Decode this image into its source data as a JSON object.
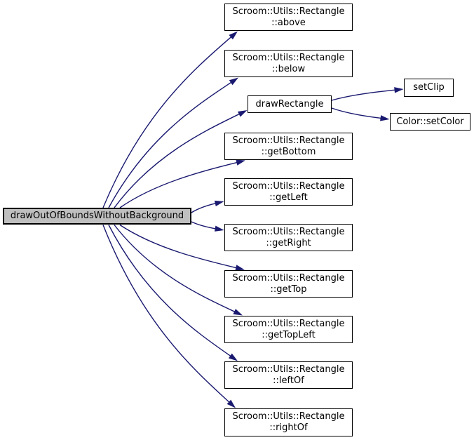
{
  "graph": {
    "type": "call-graph",
    "nodes": {
      "root": {
        "label": "drawOutOfBoundsWithoutBackground"
      },
      "above": {
        "label": "Scroom::Utils::Rectangle\n::above"
      },
      "below": {
        "label": "Scroom::Utils::Rectangle\n::below"
      },
      "drawRectangle": {
        "label": "drawRectangle"
      },
      "setClip": {
        "label": "setClip"
      },
      "setColor": {
        "label": "Color::setColor"
      },
      "getBottom": {
        "label": "Scroom::Utils::Rectangle\n::getBottom"
      },
      "getLeft": {
        "label": "Scroom::Utils::Rectangle\n::getLeft"
      },
      "getRight": {
        "label": "Scroom::Utils::Rectangle\n::getRight"
      },
      "getTop": {
        "label": "Scroom::Utils::Rectangle\n::getTop"
      },
      "getTopLeft": {
        "label": "Scroom::Utils::Rectangle\n::getTopLeft"
      },
      "leftOf": {
        "label": "Scroom::Utils::Rectangle\n::leftOf"
      },
      "rightOf": {
        "label": "Scroom::Utils::Rectangle\n::rightOf"
      }
    },
    "edges": [
      {
        "from": "root",
        "to": "above"
      },
      {
        "from": "root",
        "to": "below"
      },
      {
        "from": "root",
        "to": "drawRectangle"
      },
      {
        "from": "root",
        "to": "getBottom"
      },
      {
        "from": "root",
        "to": "getLeft"
      },
      {
        "from": "root",
        "to": "getRight"
      },
      {
        "from": "root",
        "to": "getTop"
      },
      {
        "from": "root",
        "to": "getTopLeft"
      },
      {
        "from": "root",
        "to": "leftOf"
      },
      {
        "from": "root",
        "to": "rightOf"
      },
      {
        "from": "drawRectangle",
        "to": "setClip"
      },
      {
        "from": "drawRectangle",
        "to": "setColor"
      }
    ],
    "colors": {
      "edge": "#191970",
      "root_fill": "#bfbfbf",
      "node_fill": "#ffffff",
      "node_border": "#000000",
      "background": "#ffffff",
      "text": "#000000"
    }
  }
}
